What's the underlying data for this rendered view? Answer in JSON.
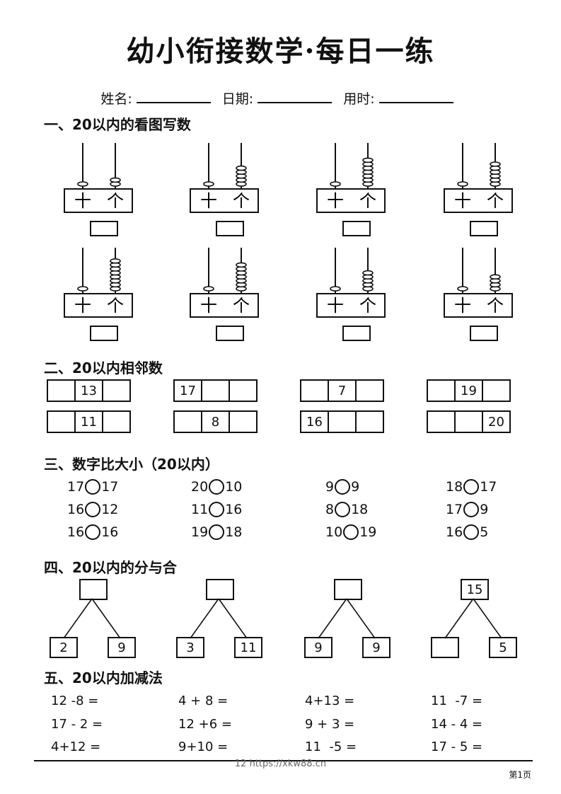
{
  "title": "幼小衔接数学·每日一练",
  "info": {
    "name_label": "姓名:",
    "date_label": "日期:",
    "time_label": "用时:"
  },
  "sections": {
    "s1": "一、20以内的看图写数",
    "s2": "二、20以内相邻数",
    "s3": "三、数字比大小（20以内）",
    "s4": "四、20以内的分与合",
    "s5": "五、20以内加减法"
  },
  "abacus": {
    "tens_label": "十",
    "ones_label": "个",
    "items": [
      {
        "tens": 1,
        "ones": 2
      },
      {
        "tens": 1,
        "ones": 5
      },
      {
        "tens": 1,
        "ones": 7
      },
      {
        "tens": 1,
        "ones": 6
      },
      {
        "tens": 1,
        "ones": 8
      },
      {
        "tens": 1,
        "ones": 7
      },
      {
        "tens": 1,
        "ones": 5
      },
      {
        "tens": 1,
        "ones": 4
      }
    ]
  },
  "neighbors": [
    [
      "",
      "13",
      ""
    ],
    [
      "17",
      "",
      ""
    ],
    [
      "",
      "7",
      ""
    ],
    [
      "",
      "19",
      ""
    ],
    [
      "",
      "11",
      ""
    ],
    [
      "",
      "8",
      ""
    ],
    [
      "16",
      "",
      ""
    ],
    [
      "",
      "",
      "20"
    ]
  ],
  "compare": [
    {
      "a": "17",
      "b": "17"
    },
    {
      "a": "20",
      "b": "10"
    },
    {
      "a": "9",
      "b": "9"
    },
    {
      "a": "18",
      "b": "17"
    },
    {
      "a": "16",
      "b": "12"
    },
    {
      "a": "11",
      "b": "16"
    },
    {
      "a": "8",
      "b": "18"
    },
    {
      "a": "17",
      "b": "9"
    },
    {
      "a": "16",
      "b": "16"
    },
    {
      "a": "19",
      "b": "18"
    },
    {
      "a": "10",
      "b": "19"
    },
    {
      "a": "16",
      "b": "5"
    }
  ],
  "splits": [
    {
      "top": "",
      "left": "2",
      "right": "9"
    },
    {
      "top": "",
      "left": "3",
      "right": "11"
    },
    {
      "top": "",
      "left": "9",
      "right": "9"
    },
    {
      "top": "15",
      "left": "",
      "right": "5"
    }
  ],
  "equations": [
    "12 -8 =",
    "4 + 8 =",
    "4+13 =",
    "11  -7 =",
    "17 - 2 =",
    "12 +6 =",
    "9 + 3 =",
    "14 - 4 =",
    "4+12 =",
    "9+10 =",
    "11  -5 =",
    "17 - 5 ="
  ],
  "footer": {
    "watermark": "12 https://xkw88.cn",
    "page": "第1页"
  }
}
